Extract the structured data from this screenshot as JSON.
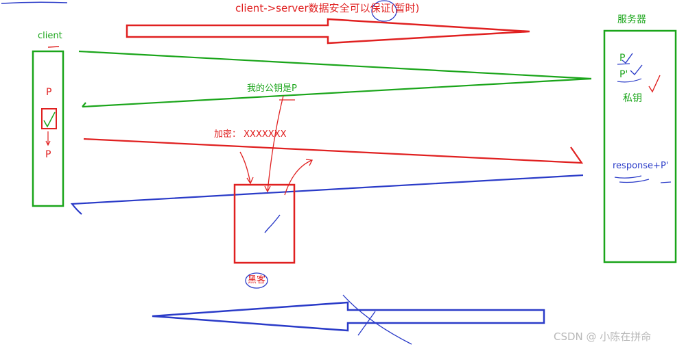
{
  "title": "client->server数据安全可以保证(暂时)",
  "client": {
    "label": "client",
    "key_top": "P",
    "key_bottom": "P"
  },
  "server": {
    "label": "服务器",
    "item_p": "P",
    "item_p_prime": "P'",
    "item_private_key": "私钥",
    "response": "response+P'"
  },
  "messages": {
    "public_key": "我的公钥是P",
    "encrypted": "加密： XXXXXXX"
  },
  "hacker": {
    "label": "黑客"
  },
  "watermark": "CSDN @ 小陈在拼命",
  "colors": {
    "red": "#e02020",
    "green": "#1aa51a",
    "blue": "#2a3bc8"
  }
}
